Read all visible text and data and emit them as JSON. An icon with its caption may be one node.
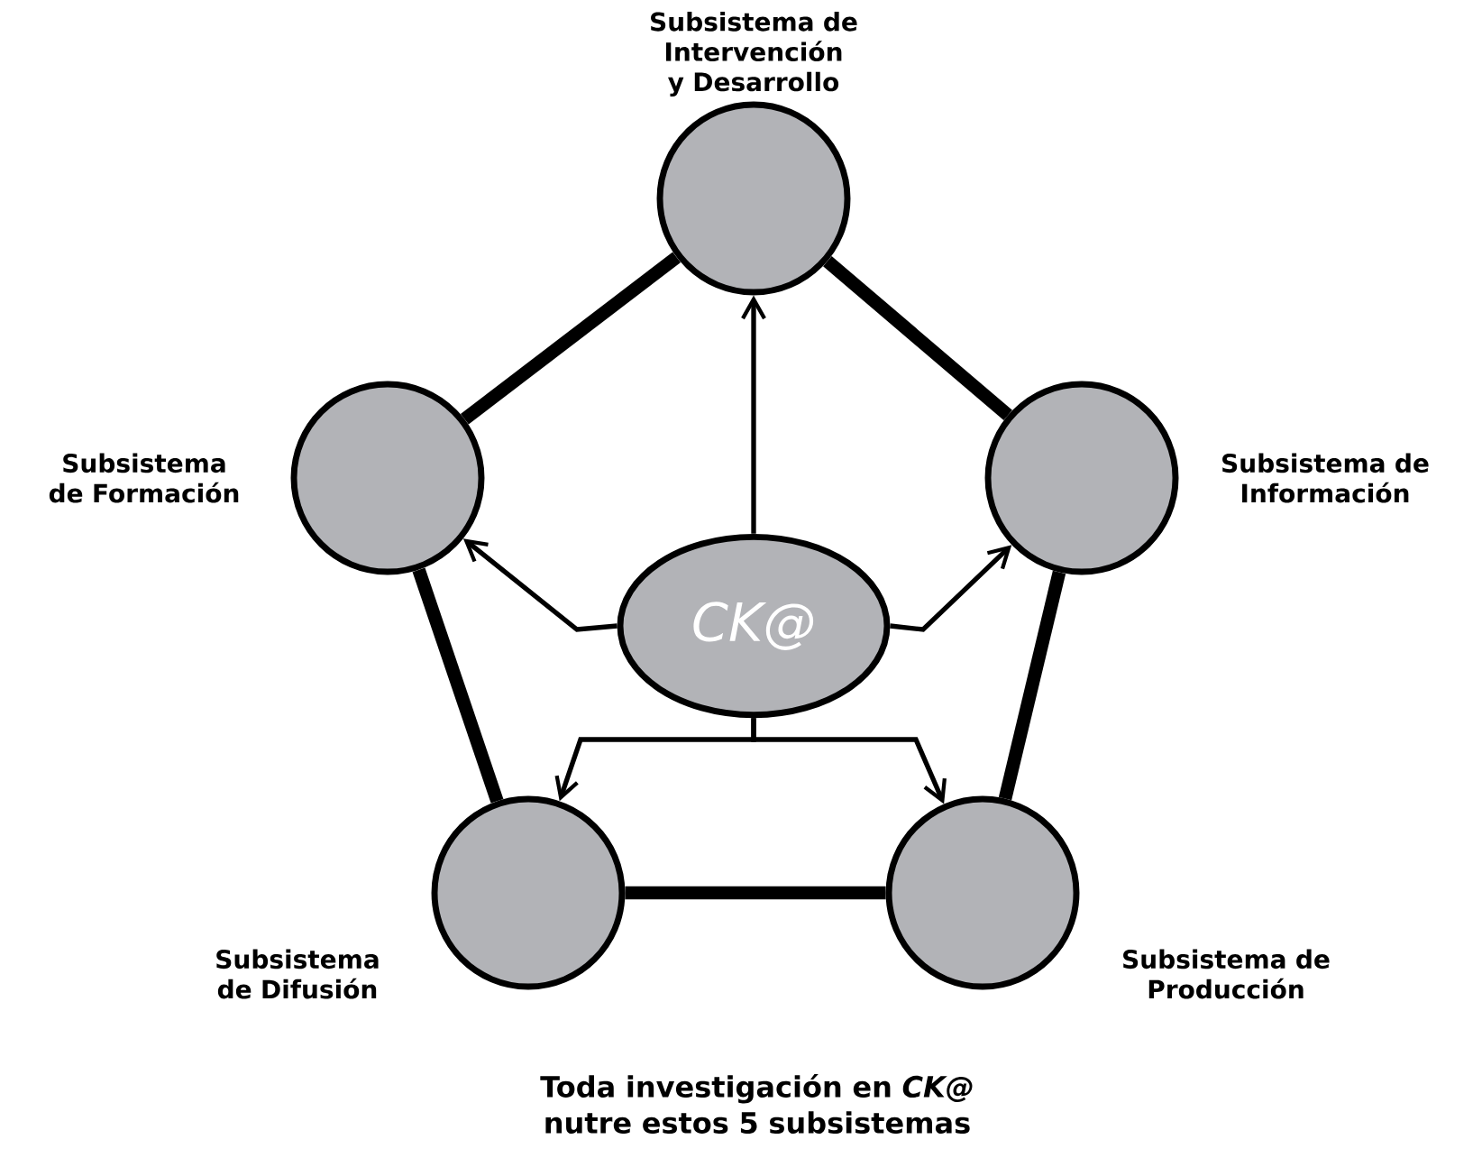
{
  "diagram": {
    "caption": "Toda investigación en *CK@* nutre estos 5 subsistemas",
    "nodes": [
      {
        "text": [
          "Subsistema de Intervención y Desarrollo"
        ]
      },
      {
        "text": [
          "Subsistema de Formación"
        ]
      },
      {
        "text": [
          "Subsistema de Información"
        ]
      },
      {
        "text": [
          "Subsistema de Difusión"
        ]
      },
      {
        "text": [
          "Subsistema de Producción"
        ]
      },
      {
        "text": [
          "CK@"
        ]
      }
    ],
    "edges": [
      {
        "from": 0,
        "to": 1,
        "arrow": "none",
        "style": "thick"
      },
      {
        "from": 0,
        "to": 2,
        "arrow": "none",
        "style": "thick"
      },
      {
        "from": 1,
        "to": 3,
        "arrow": "none",
        "style": "thick"
      },
      {
        "from": 2,
        "to": 4,
        "arrow": "none",
        "style": "thick"
      },
      {
        "from": 3,
        "to": 4,
        "arrow": "none",
        "style": "thick"
      },
      {
        "from": 5,
        "to": 0,
        "arrow": "to"
      },
      {
        "from": 5,
        "to": 1,
        "arrow": "to"
      },
      {
        "from": 5,
        "to": 2,
        "arrow": "to"
      },
      {
        "from": 5,
        "to": 3,
        "arrow": "to"
      },
      {
        "from": 5,
        "to": 4,
        "arrow": "to"
      }
    ]
  }
}
